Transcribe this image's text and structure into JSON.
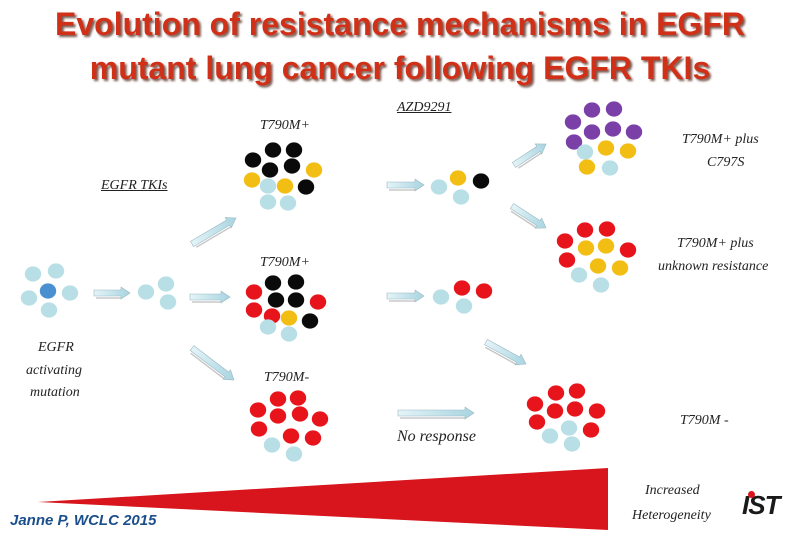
{
  "title": {
    "line1": "Evolution of resistance mechanisms in EGFR",
    "line2": "mutant lung cancer following EGFR TKIs"
  },
  "labels": {
    "egfr_activating": [
      "EGFR",
      "activating",
      "mutation"
    ],
    "egfr_tkis": "EGFR TKIs",
    "azd9291": "AZD9291",
    "t790m_plus_top": "T790M+",
    "t790m_plus_mid": "T790M+",
    "t790m_minus_bottom": "T790M-",
    "outcome_c797s": [
      "T790M+ plus",
      "C797S"
    ],
    "outcome_unknown": [
      "T790M+ plus",
      "unknown resistance"
    ],
    "outcome_t790m_minus": "T790M -",
    "no_response": "No response",
    "increased_heterogeneity": [
      "Increased",
      "Heterogeneity"
    ]
  },
  "citation": "Janne P, WCLC 2015",
  "logo_text": "IST",
  "colors": {
    "title": "#d03018",
    "light_blue": "#b8dfe6",
    "blue": "#4a90d0",
    "black": "#0a0a0a",
    "gold": "#f2be14",
    "red": "#e8141c",
    "purple": "#7a40a8",
    "wedge": "#d8141c",
    "citation": "#1b4f8c"
  }
}
